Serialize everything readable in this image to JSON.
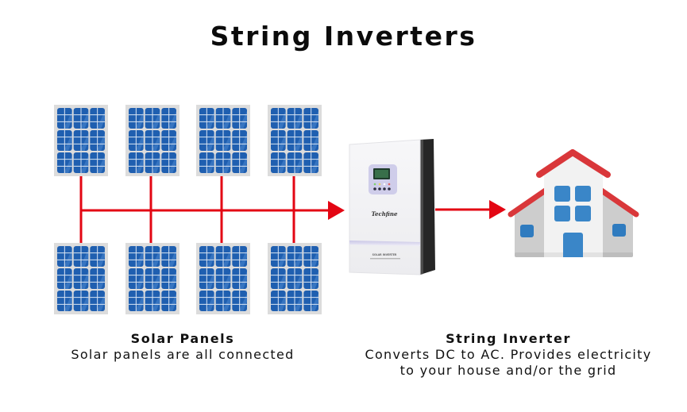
{
  "title": "String Inverters",
  "colors": {
    "wire": "#e30613",
    "panel_frame": "#dcdcdc",
    "panel_cell": "#1f5fb0",
    "panel_grid": "#d9e4f3",
    "roof": "#d9373a",
    "house_wall": "#f2f2f2",
    "house_wing": "#cfcfcf",
    "window": "#3a86c8",
    "inverter_body": "#f3f3f5",
    "inverter_side": "#2a2a2a"
  },
  "solar_panels": {
    "rows": 2,
    "per_row": 4,
    "count": 8,
    "caption_title": "Solar Panels",
    "caption_text": "Solar panels are all connected"
  },
  "inverter": {
    "brand": "Techfine",
    "label": "SOLAR INVERTER",
    "caption_title": "String Inverter",
    "caption_line1": "Converts DC to AC. Provides electricity",
    "caption_line2": "to your house and/or the grid"
  },
  "house": {
    "icon": "house-icon"
  },
  "flow": [
    "solar-panels",
    "string-inverter",
    "house"
  ]
}
